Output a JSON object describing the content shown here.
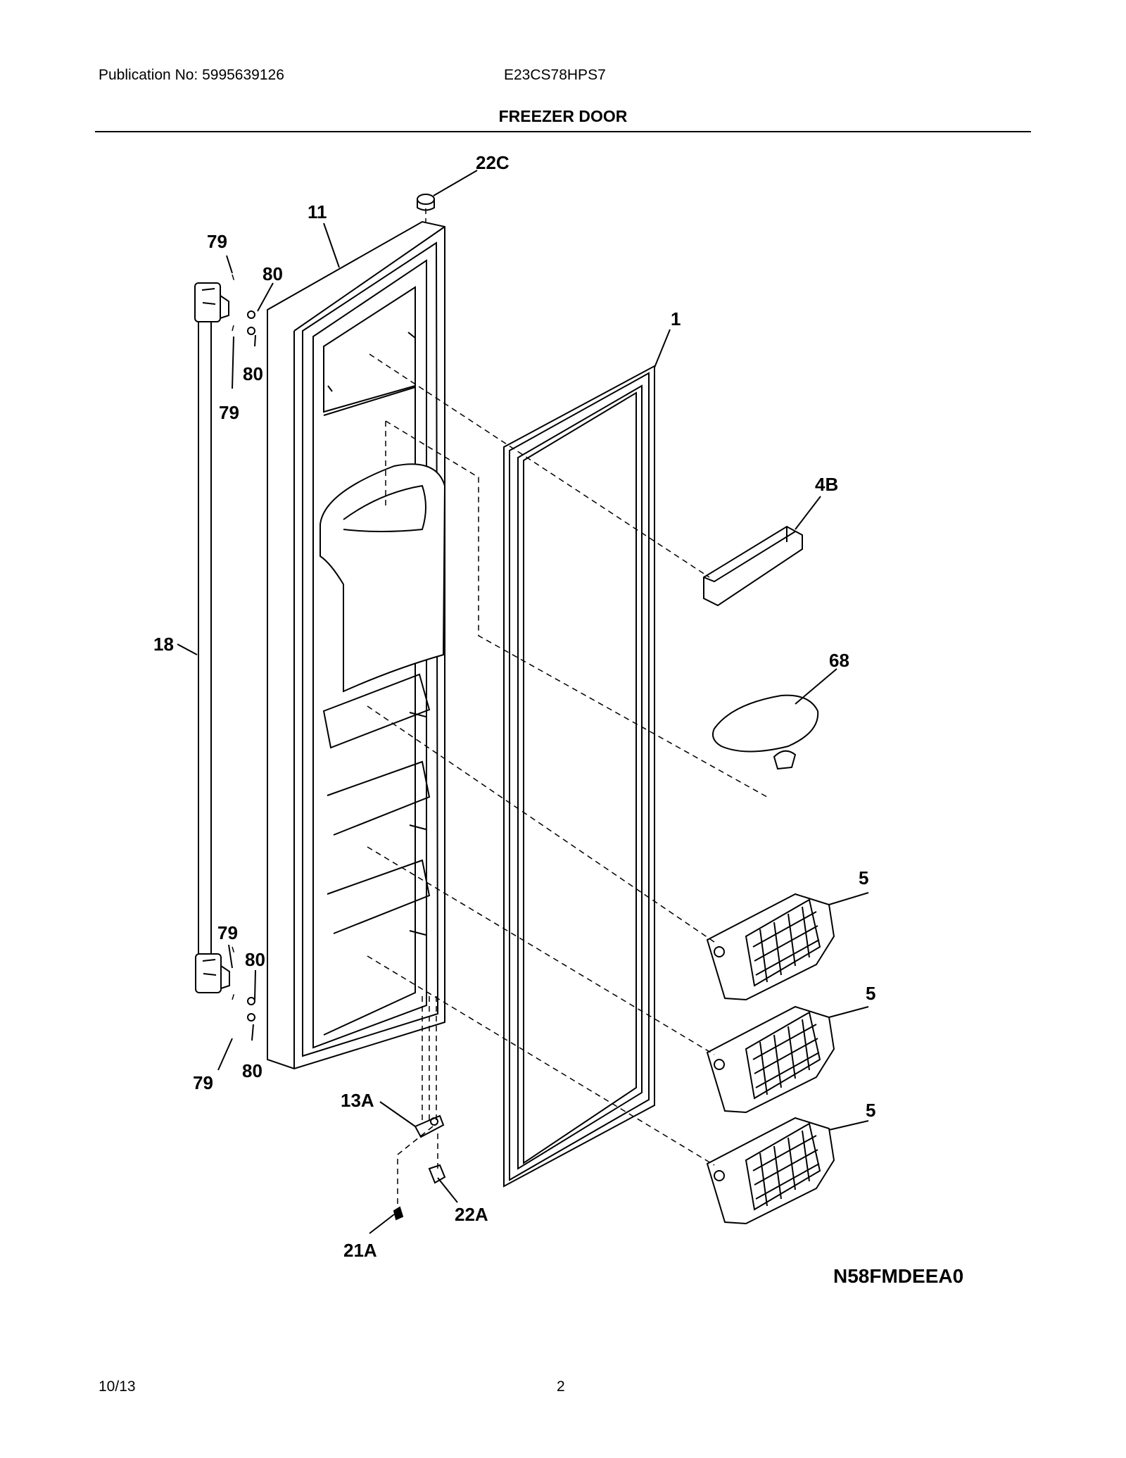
{
  "header": {
    "publication": "Publication No: 5995639126",
    "model": "E23CS78HPS7",
    "title": "FREEZER DOOR"
  },
  "callouts": {
    "c22C": "22C",
    "c11": "11",
    "c79a": "79",
    "c80a": "80",
    "c80b": "80",
    "c79b": "79",
    "c1": "1",
    "c4B": "4B",
    "c18": "18",
    "c68": "68",
    "c5a": "5",
    "c79c": "79",
    "c80c": "80",
    "c5b": "5",
    "c79d": "79",
    "c80d": "80",
    "c13A": "13A",
    "c5c": "5",
    "c22A": "22A",
    "c21A": "21A"
  },
  "diagram_code": "N58FMDEEA0",
  "footer": {
    "date": "10/13",
    "page": "2"
  }
}
